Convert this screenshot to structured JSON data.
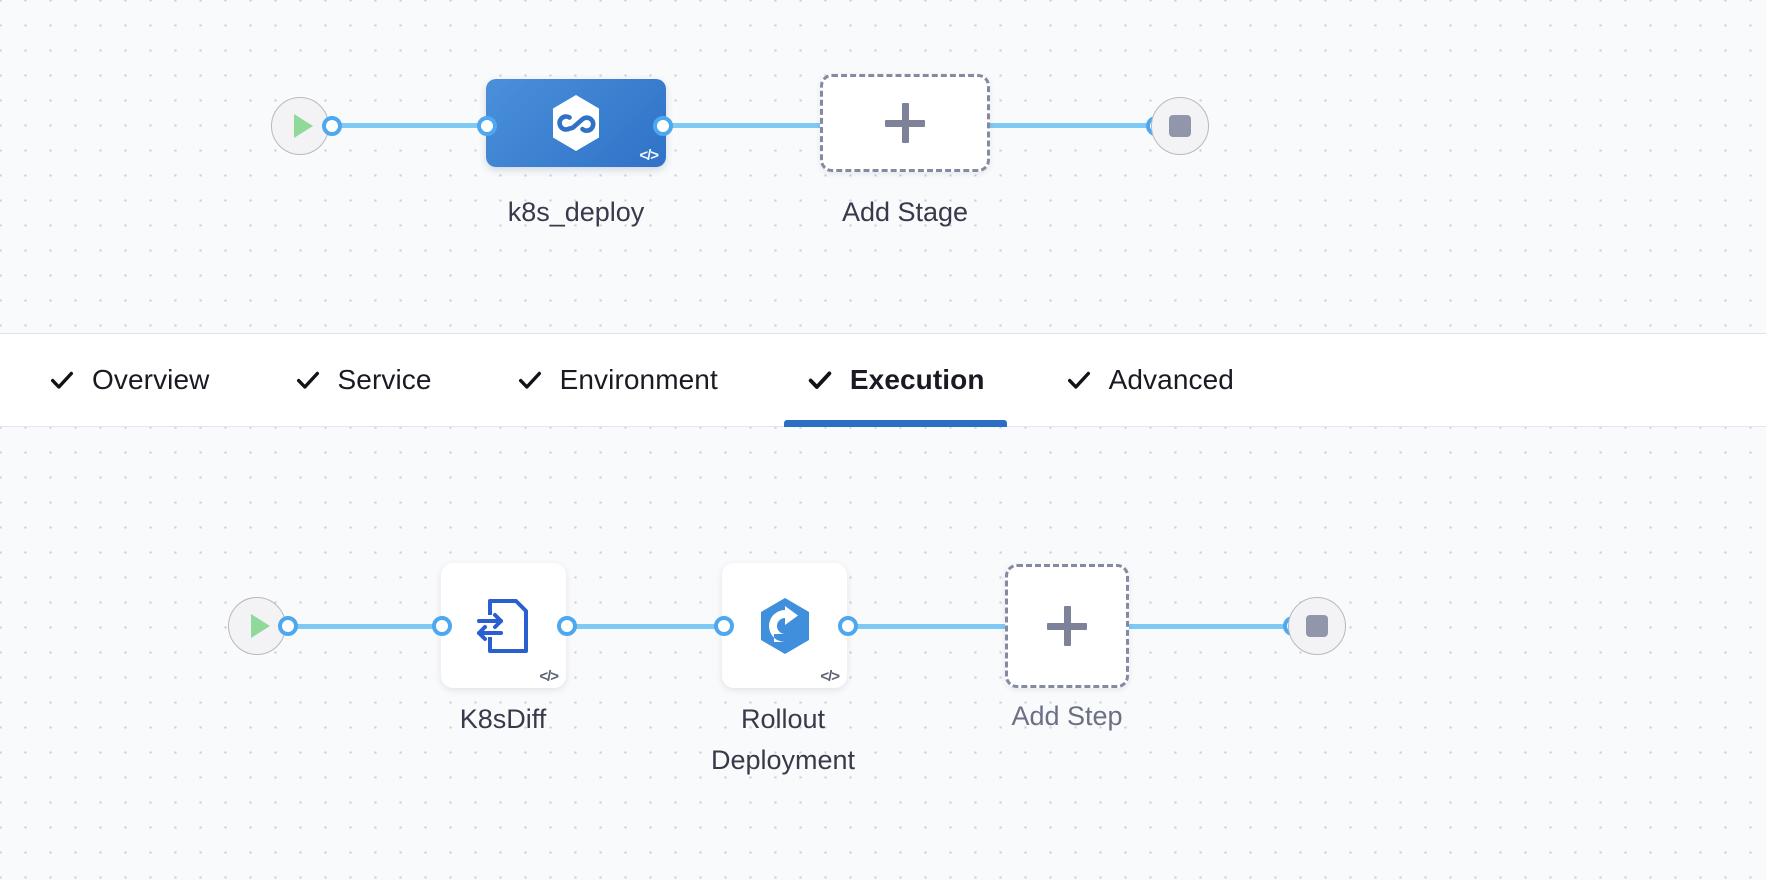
{
  "stage_graph": {
    "start_node": {
      "icon": "play-icon",
      "name": "pipeline-start"
    },
    "end_node": {
      "icon": "stop-icon",
      "name": "pipeline-end"
    },
    "stages": [
      {
        "label": "k8s_deploy",
        "icon": "kubernetes-hexagon-icon",
        "badge": "</>",
        "selected": true
      }
    ],
    "add_stage": {
      "label": "Add Stage",
      "icon": "plus-icon"
    }
  },
  "tabs": {
    "items": [
      {
        "label": "Overview",
        "icon": "check-icon",
        "active": false
      },
      {
        "label": "Service",
        "icon": "check-icon",
        "active": false
      },
      {
        "label": "Environment",
        "icon": "check-icon",
        "active": false
      },
      {
        "label": "Execution",
        "icon": "check-icon",
        "active": true
      },
      {
        "label": "Advanced",
        "icon": "check-icon",
        "active": false
      }
    ],
    "active_label": "Execution",
    "active_underline_color": "#2a6fc4"
  },
  "execution_graph": {
    "start_node": {
      "icon": "play-icon",
      "name": "execution-start"
    },
    "end_node": {
      "icon": "stop-icon",
      "name": "execution-end"
    },
    "steps": [
      {
        "label": "K8sDiff",
        "icon": "k8s-diff-document-icon",
        "badge": "</>"
      },
      {
        "label": "Rollout Deployment",
        "icon": "rollout-hexagon-icon",
        "badge": "</>"
      }
    ],
    "add_step": {
      "label": "Add Step",
      "icon": "plus-icon"
    }
  },
  "colors": {
    "edge": "#7fc9f5",
    "node_accent": "#2f72c8",
    "stage_gradient_from": "#4a90d9",
    "stage_gradient_to": "#2f72c8",
    "play_green": "#90d99a",
    "stop_gray": "#9296ab",
    "dashed_border": "#868aa0",
    "canvas_bg": "#f9fafc"
  }
}
